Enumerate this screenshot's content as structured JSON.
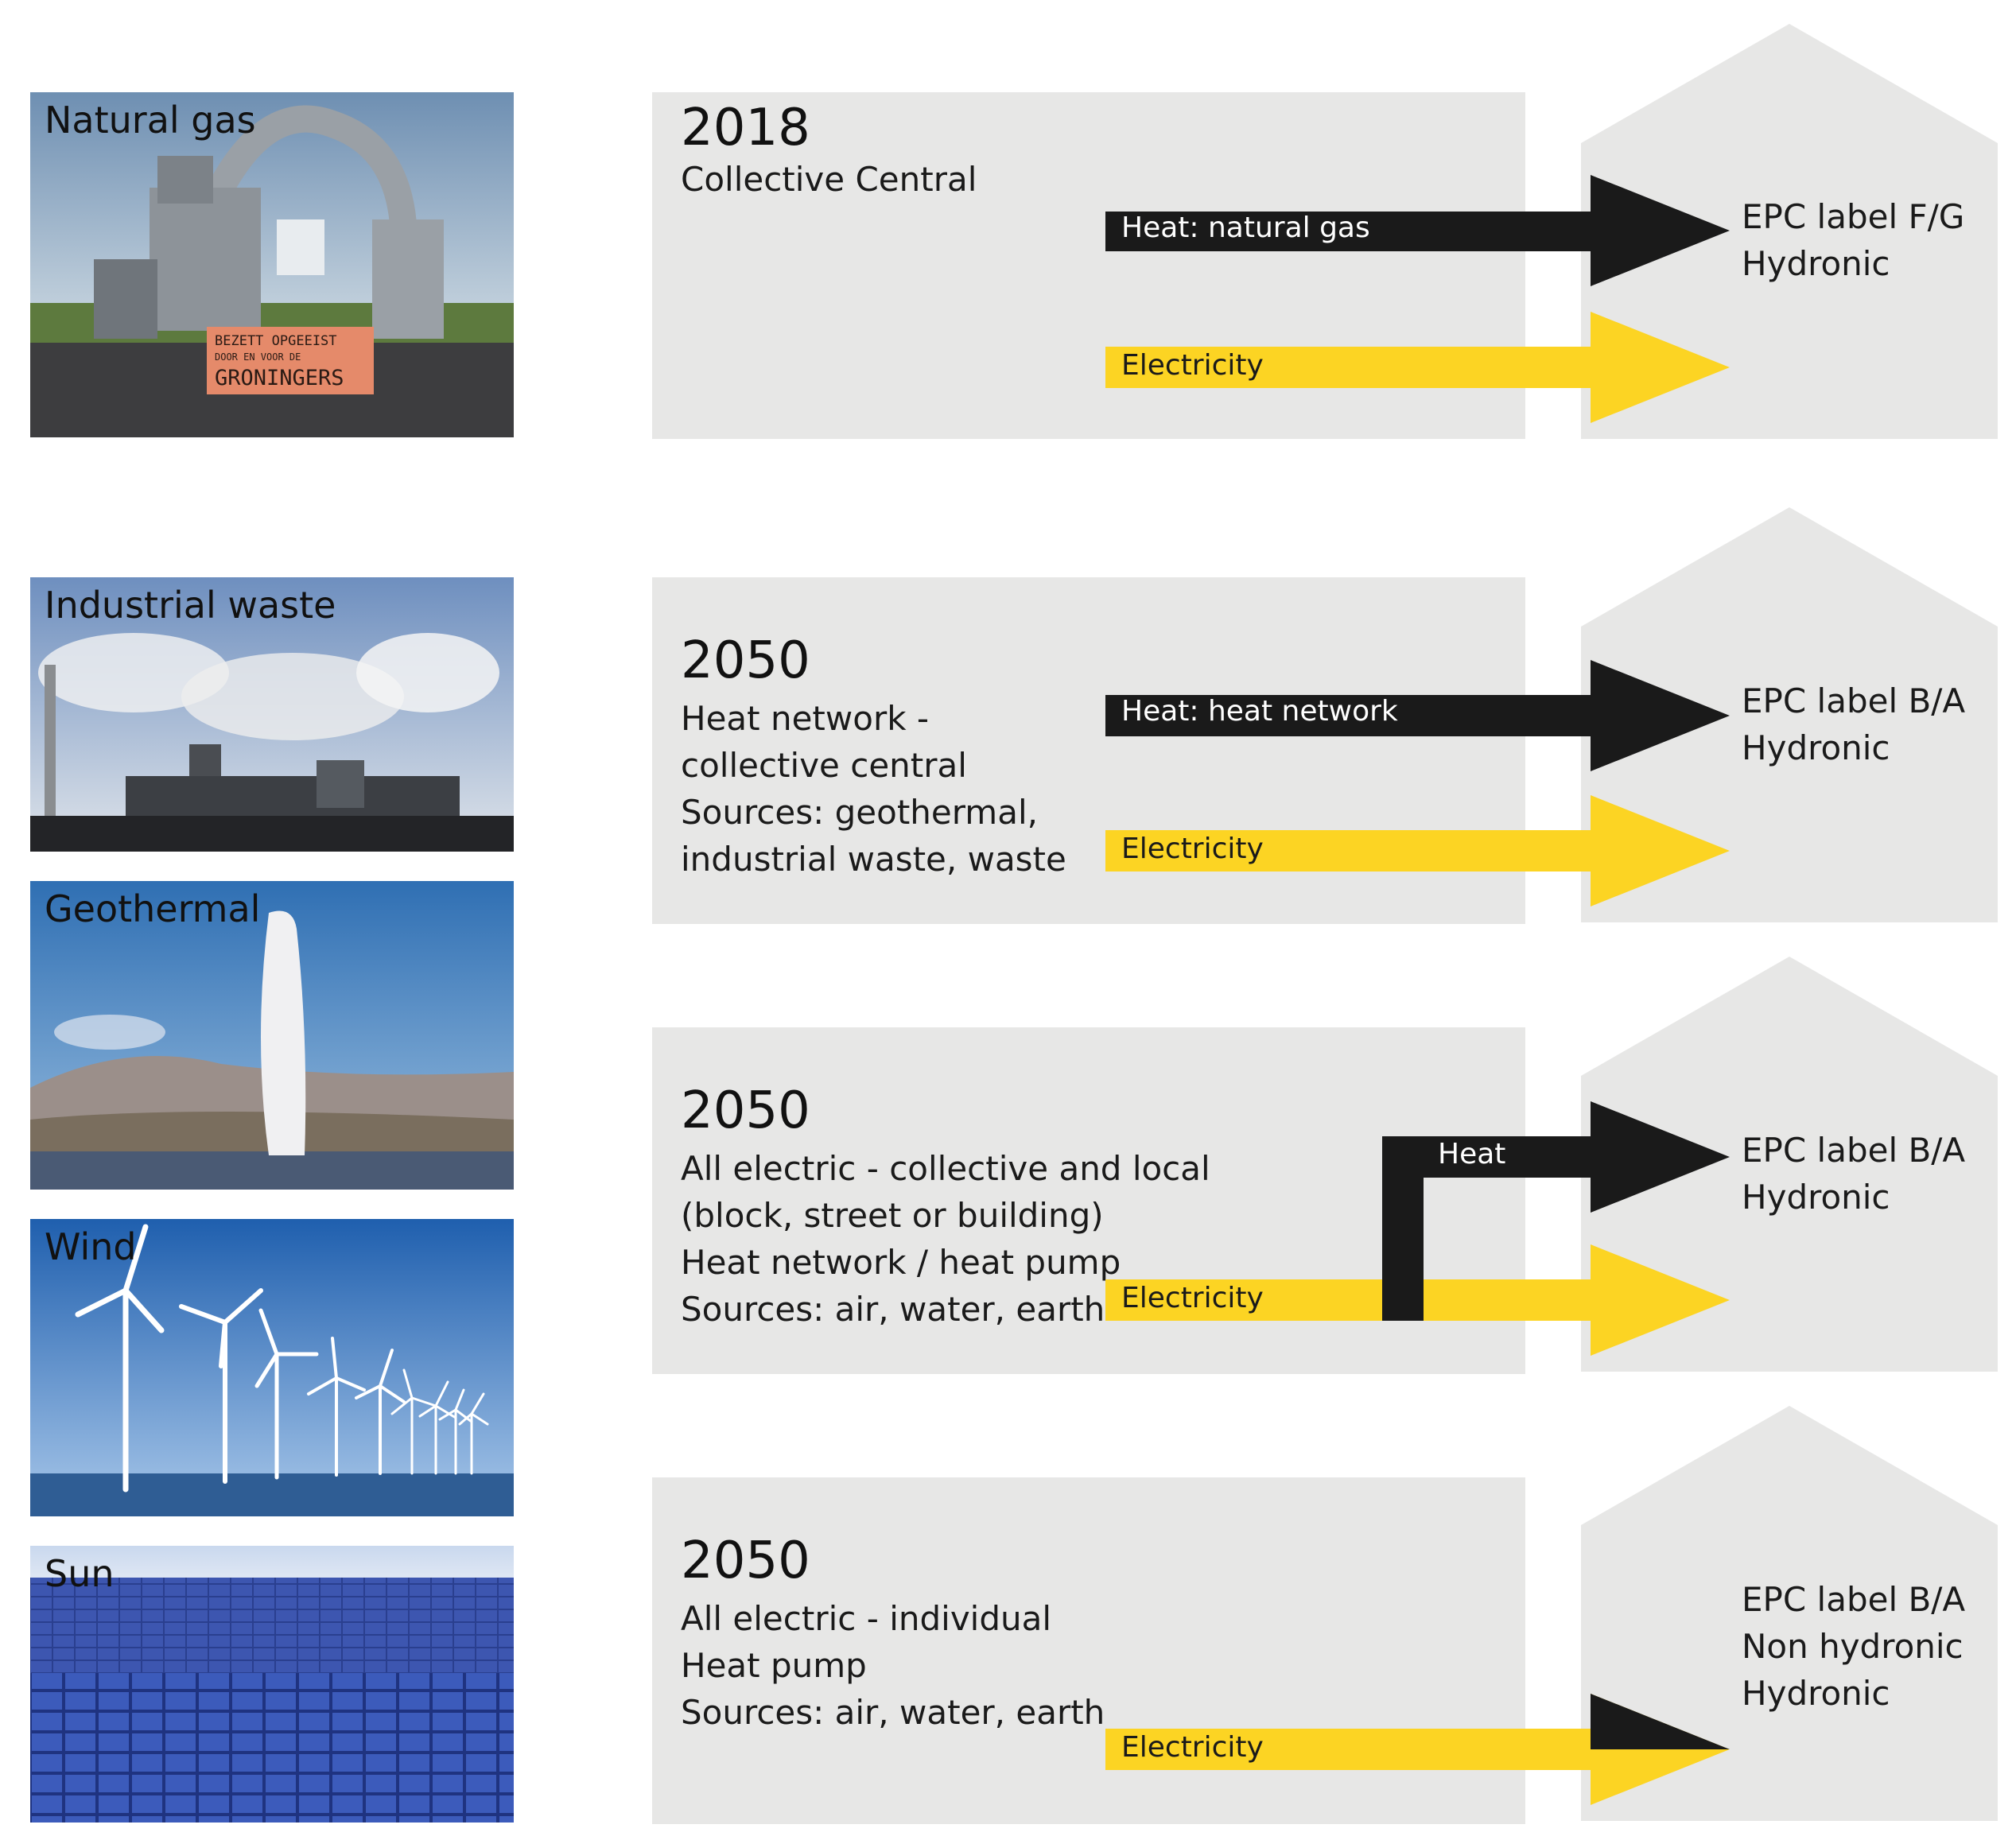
{
  "sources": [
    {
      "label": "Natural gas"
    },
    {
      "label": "Industrial waste"
    },
    {
      "label": "Geothermal"
    },
    {
      "label": "Wind"
    },
    {
      "label": "Sun"
    }
  ],
  "photo_signs": {
    "line1": "BEZETT OPGEEIST",
    "line2": "DOOR EN VOOR DE",
    "line3": "GRONINGERS"
  },
  "scenarios": [
    {
      "year": "2018",
      "desc": "Collective Central",
      "heat_label": "Heat: natural gas",
      "electricity_label": "Electricity",
      "epc": "EPC label F/G\nHydronic"
    },
    {
      "year": "2050",
      "desc": "Heat network -\ncollective central\nSources: geothermal,\nindustrial waste, waste",
      "heat_label": "Heat: heat network",
      "electricity_label": "Electricity",
      "epc": "EPC label B/A\nHydronic"
    },
    {
      "year": "2050",
      "desc": "All electric - collective and local\n(block, street or building)\nHeat network / heat pump\nSources: air, water, earth",
      "heat_label": "Heat",
      "electricity_label": "Electricity",
      "epc": "EPC label B/A\nHydronic"
    },
    {
      "year": "2050",
      "desc": "All electric - individual\nHeat pump\nSources: air, water, earth",
      "electricity_label": "Electricity",
      "epc": "EPC label B/A\nNon hydronic\nHydronic"
    }
  ],
  "colors": {
    "panel": "#e7e7e6",
    "heat_arrow": "#1a1a1a",
    "electricity_arrow": "#fcd423"
  }
}
